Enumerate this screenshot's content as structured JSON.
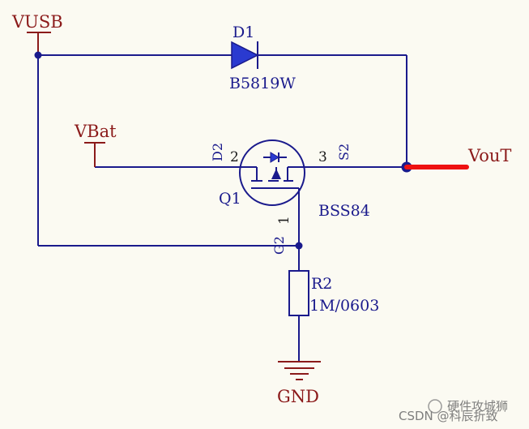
{
  "nets": {
    "vusb": "VUSB",
    "vbat": "VBat",
    "vout": "VouT",
    "gnd": "GND"
  },
  "components": {
    "d1": {
      "designator": "D1",
      "value": "B5819W"
    },
    "q1": {
      "designator": "Q1",
      "value": "BSS84",
      "pin_drain": "D2",
      "pin_source": "S2",
      "pin_gate": "G2",
      "pin_num_2": "2",
      "pin_num_3": "3",
      "pin_num_1": "1"
    },
    "r2": {
      "designator": "R2",
      "value": "1M/0603"
    }
  },
  "watermark": {
    "line1": "硬件攻城狮",
    "line2": "CSDN @科辰折致"
  },
  "colors": {
    "wire": "#1a1a8c",
    "net_label": "#8b1a1a",
    "output_highlight": "#ee1111",
    "diode_fill": "#2a3ad0",
    "background": "#fbfaf2"
  }
}
